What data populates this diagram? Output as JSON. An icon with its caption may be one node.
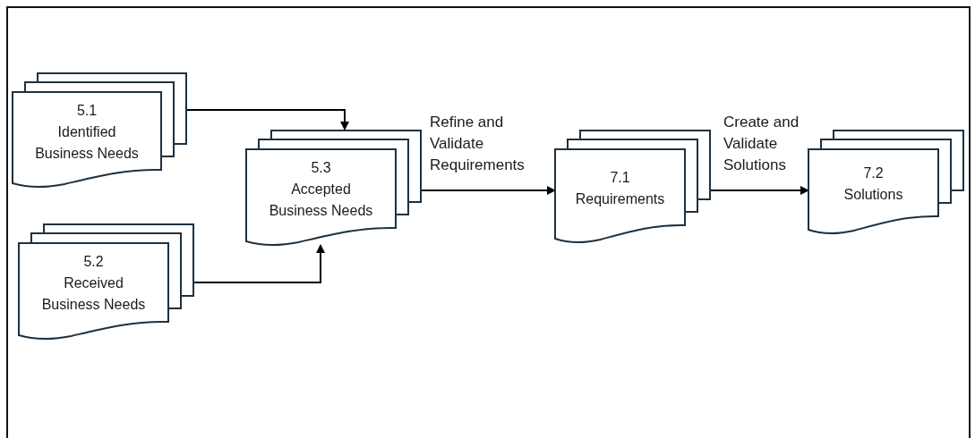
{
  "diagram": {
    "nodes": [
      {
        "text": [
          "5.1",
          "Identified Business Needs"
        ]
      },
      {
        "text": [
          "5.2",
          "Received Business Needs"
        ]
      },
      {
        "text": [
          "5.3",
          "Accepted Business Needs"
        ]
      },
      {
        "text": [
          "7.1",
          "Requirements"
        ]
      },
      {
        "text": [
          "7.2",
          "Solutions"
        ]
      }
    ],
    "edges": [
      {
        "from": 0,
        "to": 2,
        "arrow": "to"
      },
      {
        "from": 1,
        "to": 2,
        "arrow": "to"
      },
      {
        "from": 2,
        "to": 3,
        "arrow": "to",
        "label": "Refine and Validate Requirements"
      },
      {
        "from": 3,
        "to": 4,
        "arrow": "to",
        "label": "Create and Validate Solutions"
      }
    ]
  }
}
